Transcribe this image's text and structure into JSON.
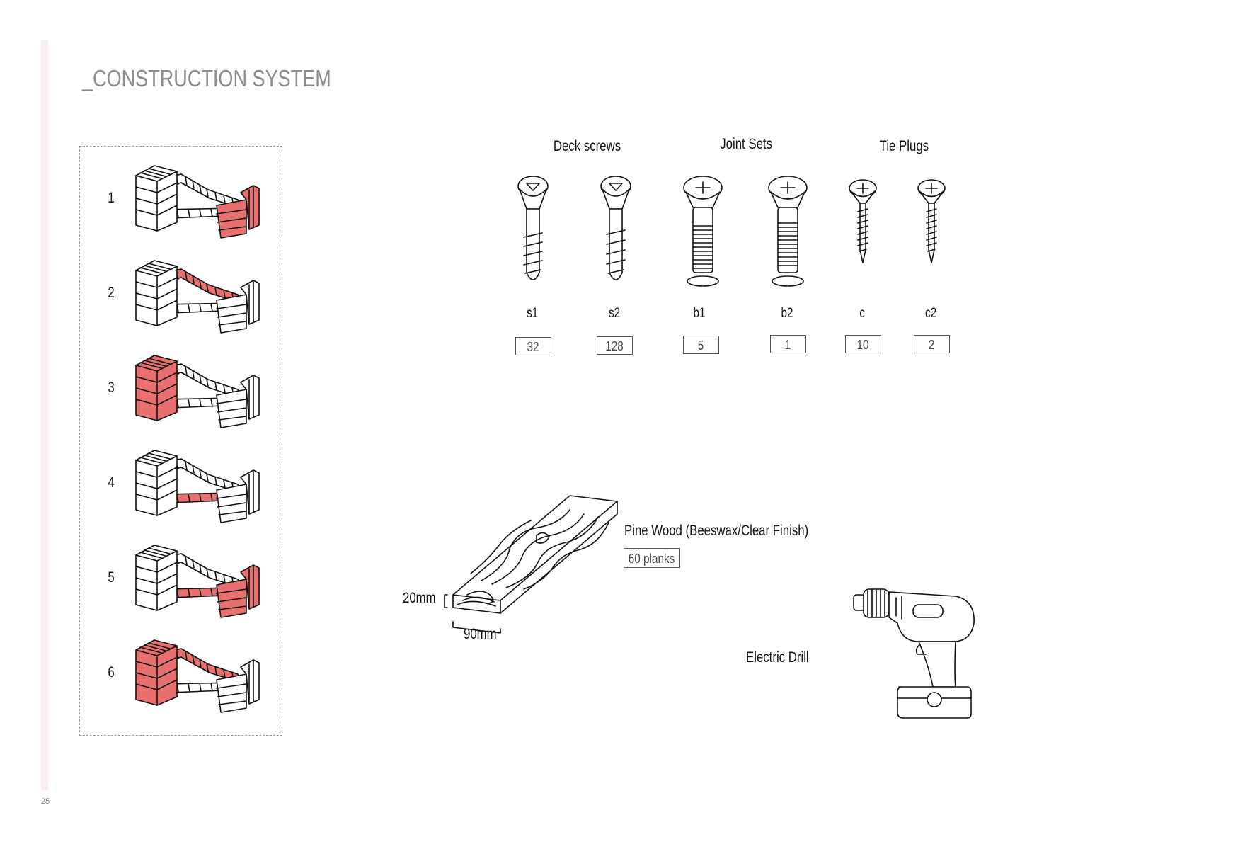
{
  "page": {
    "title": "_CONSTRUCTION SYSTEM",
    "number": "25"
  },
  "steps": [
    {
      "label": "1",
      "highlight": "front-seat"
    },
    {
      "label": "2",
      "highlight": "backrest-ramp"
    },
    {
      "label": "3",
      "highlight": "rear-box"
    },
    {
      "label": "4",
      "highlight": "base-rail"
    },
    {
      "label": "5",
      "highlight": "base-and-seat"
    },
    {
      "label": "6",
      "highlight": "box-and-ramp"
    }
  ],
  "colors": {
    "highlight": "#e8706f",
    "line": "#111111",
    "title": "#8c8c8c",
    "stripe": "#fbeeee"
  },
  "hardware": {
    "groups": [
      {
        "title": "Deck screws"
      },
      {
        "title": "Joint Sets"
      },
      {
        "title": "Tie Plugs"
      }
    ],
    "items": [
      {
        "code": "s1",
        "qty": "32",
        "icon": "deck-screw-icon"
      },
      {
        "code": "s2",
        "qty": "128",
        "icon": "deck-screw-icon"
      },
      {
        "code": "b1",
        "qty": "5",
        "icon": "joint-bolt-icon"
      },
      {
        "code": "b2",
        "qty": "1",
        "icon": "joint-bolt-icon"
      },
      {
        "code": "c",
        "qty": "10",
        "icon": "tie-plug-screw-icon"
      },
      {
        "code": "c2",
        "qty": "2",
        "icon": "tie-plug-screw-icon"
      }
    ]
  },
  "wood": {
    "name": "Pine Wood (Beeswax/Clear Finish)",
    "qty": "60 planks",
    "thickness": "20mm",
    "width": "90mm"
  },
  "tool": {
    "name": "Electric Drill",
    "icon": "electric-drill-icon"
  }
}
